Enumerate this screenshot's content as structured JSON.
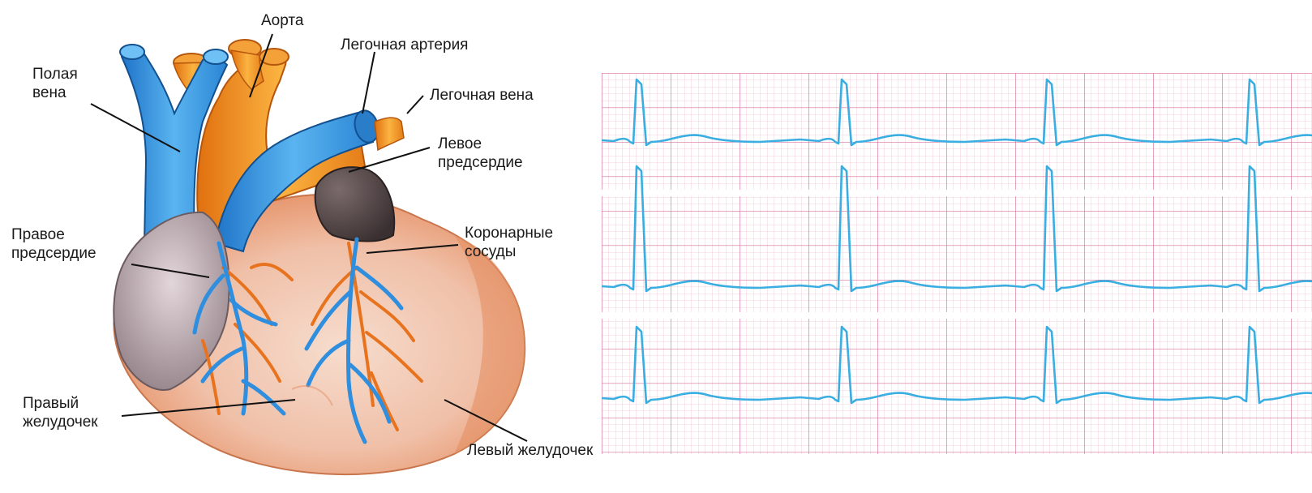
{
  "labels": {
    "aorta": "Аорта",
    "vena_cava": "Полая\nвена",
    "pulmonary_artery": "Легочная артерия",
    "pulmonary_vein": "Легочная вена",
    "left_atrium": "Левое\nпредсердие",
    "coronary_vessels": "Коронарные\nсосуды",
    "right_atrium": "Правое\nпредсердие",
    "right_ventricle": "Правый\nжелудочек",
    "left_ventricle": "Левый желудочек"
  },
  "colors": {
    "background": "#ffffff",
    "heart_body": "#f3c8b6",
    "heart_shade": "#e8966e",
    "vein_blue": "#3a9be0",
    "artery_orange": "#f39a2a",
    "atrium_right": "#b9a7ad",
    "atrium_left": "#4b3f40",
    "ecg_grid_fine": "#f0b8cc",
    "ecg_grid_major": "#d9709a",
    "ecg_trace": "#3aaee0",
    "leader_line": "#111111"
  },
  "ecg": {
    "strips": 3,
    "beats_per_strip": 4,
    "r_peak_levels": [
      0.55,
      1.0,
      0.6
    ]
  }
}
